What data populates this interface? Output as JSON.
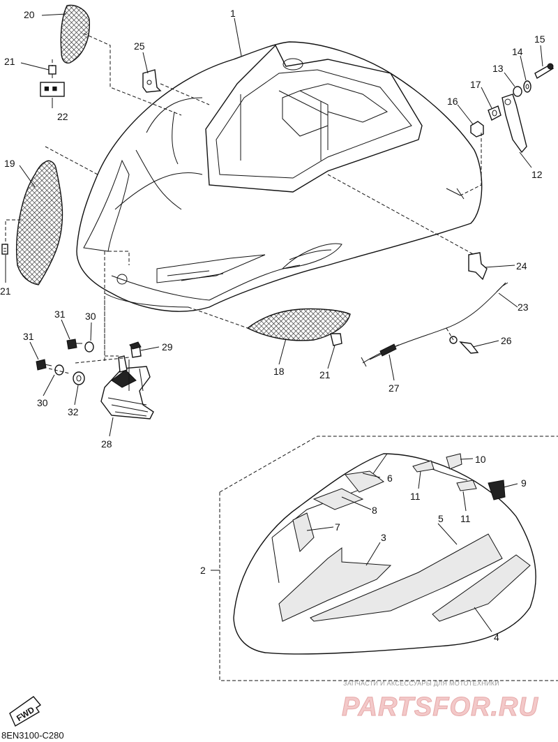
{
  "diagram": {
    "drawing_code": "8EN3100-C280",
    "direction_badge": "FWD",
    "watermark": {
      "caption": "ЗАПЧАСТИ И АКСЕССУАРЫ ДЛЯ МОТОТЕХНИКИ",
      "brand": "PARTSFOR.RU"
    },
    "callouts": [
      {
        "id": "c1",
        "text": "1"
      },
      {
        "id": "c2",
        "text": "2"
      },
      {
        "id": "c3",
        "text": "3"
      },
      {
        "id": "c4",
        "text": "4"
      },
      {
        "id": "c5",
        "text": "5"
      },
      {
        "id": "c6",
        "text": "6"
      },
      {
        "id": "c7",
        "text": "7"
      },
      {
        "id": "c8",
        "text": "8"
      },
      {
        "id": "c9",
        "text": "9"
      },
      {
        "id": "c10",
        "text": "10"
      },
      {
        "id": "c11a",
        "text": "11"
      },
      {
        "id": "c11b",
        "text": "11"
      },
      {
        "id": "c12",
        "text": "12"
      },
      {
        "id": "c13",
        "text": "13"
      },
      {
        "id": "c14",
        "text": "14"
      },
      {
        "id": "c15",
        "text": "15"
      },
      {
        "id": "c16",
        "text": "16"
      },
      {
        "id": "c17",
        "text": "17"
      },
      {
        "id": "c18",
        "text": "18"
      },
      {
        "id": "c19",
        "text": "19"
      },
      {
        "id": "c20",
        "text": "20"
      },
      {
        "id": "c21a",
        "text": "21"
      },
      {
        "id": "c21b",
        "text": "21"
      },
      {
        "id": "c21c",
        "text": "21"
      },
      {
        "id": "c22",
        "text": "22"
      },
      {
        "id": "c23",
        "text": "23"
      },
      {
        "id": "c24",
        "text": "24"
      },
      {
        "id": "c25",
        "text": "25"
      },
      {
        "id": "c26",
        "text": "26"
      },
      {
        "id": "c27",
        "text": "27"
      },
      {
        "id": "c28",
        "text": "28"
      },
      {
        "id": "c29",
        "text": "29"
      },
      {
        "id": "c30a",
        "text": "30"
      },
      {
        "id": "c30b",
        "text": "30"
      },
      {
        "id": "c31a",
        "text": "31"
      },
      {
        "id": "c31b",
        "text": "31"
      },
      {
        "id": "c32",
        "text": "32"
      }
    ]
  }
}
